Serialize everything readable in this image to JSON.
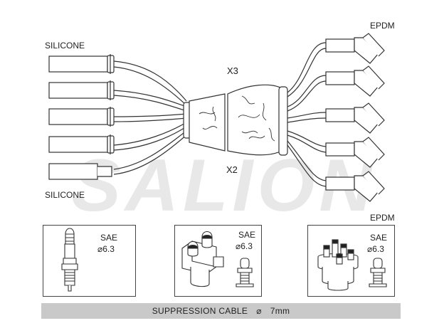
{
  "labels": {
    "silicone_top": "SILICONE",
    "silicone_bottom": "SILICONE",
    "epdm_top": "EPDM",
    "epdm_bottom": "EPDM",
    "x3": "X3",
    "x2": "X2"
  },
  "watermark": "SALION",
  "panels": [
    {
      "standard": "SAE",
      "diameter": "⌀6.3"
    },
    {
      "standard": "SAE",
      "diameter": "⌀6.3"
    },
    {
      "standard": "SAE",
      "diameter": "⌀6.3"
    }
  ],
  "footer": {
    "text": "SUPPRESSION CABLE",
    "symbol": "⌀",
    "size": "7mm"
  },
  "colors": {
    "line": "#333333",
    "footer_bg": "#c9c9c9",
    "watermark": "#e6e6e6"
  }
}
